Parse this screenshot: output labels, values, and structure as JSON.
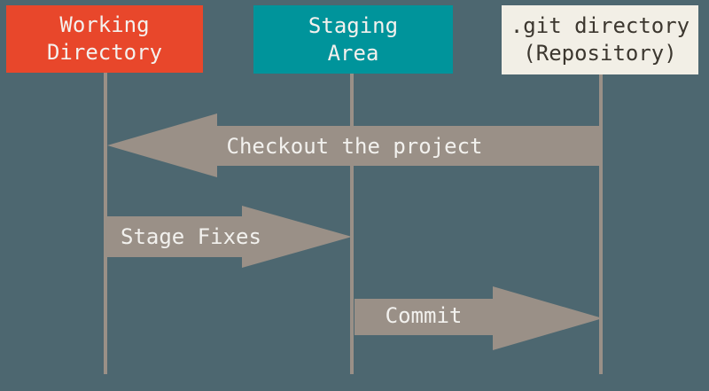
{
  "colors": {
    "background": "#4D6770",
    "arrow": "#9A9087",
    "lifeline": "#9A9087",
    "working_directory_box": "#E8472B",
    "staging_area_box": "#00949B",
    "git_directory_box": "#F2EFE6",
    "box_text_light": "#F4F1EE",
    "box_text_dark": "#3C372F",
    "arrow_label_text": "#F2F1EE"
  },
  "columns": [
    {
      "id": "working-directory",
      "label": "Working\nDirectory"
    },
    {
      "id": "staging-area",
      "label": "Staging\nArea"
    },
    {
      "id": "git-directory",
      "label": ".git directory\n(Repository)"
    }
  ],
  "arrows": [
    {
      "label": "Checkout the project",
      "from": "git-directory",
      "to": "working-directory",
      "direction": "left"
    },
    {
      "label": "Stage Fixes",
      "from": "working-directory",
      "to": "staging-area",
      "direction": "right"
    },
    {
      "label": "Commit",
      "from": "staging-area",
      "to": "git-directory",
      "direction": "right"
    }
  ]
}
